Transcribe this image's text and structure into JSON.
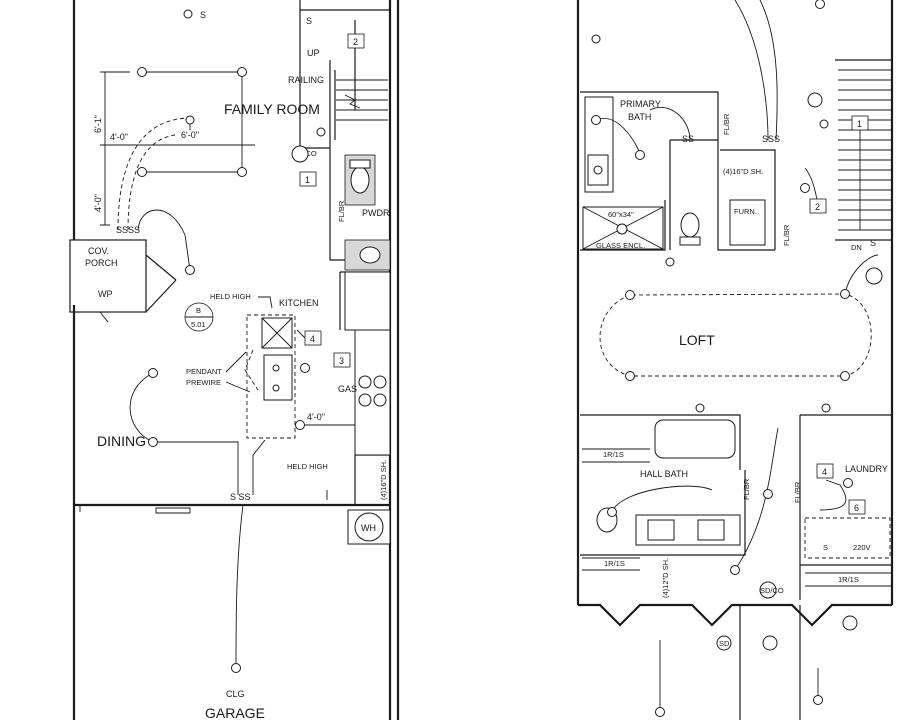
{
  "ground_floor": {
    "rooms": {
      "family_room": "FAMILY ROOM",
      "kitchen": "KITCHEN",
      "dining": "DINING",
      "cov_porch_1": "COV.",
      "cov_porch_2": "PORCH",
      "pwdr": "PWDR",
      "garage": "GARAGE"
    },
    "labels": {
      "up": "UP",
      "railing": "RAILING",
      "wp": "WP",
      "held_high_1": "HELD HIGH",
      "held_high_2": "HELD HIGH",
      "pendant_1": "PENDANT",
      "pendant_2": "PREWIRE",
      "gas": "GAS",
      "fl_br": "FL/BR",
      "wh": "WH",
      "clg": "CLG",
      "shelf": "(4)16\"D SH.",
      "detail_letter": "B",
      "detail_sheet": "5.01",
      "smoke": "SD/CO"
    },
    "dimensions": {
      "d6_1": "6'-1\"",
      "d4_0_a": "4'-0\"",
      "d6_0": "6'-0\"",
      "d4_0_b": "4'-0\"",
      "d4_0_c": "4'-0\""
    },
    "tags": [
      "1",
      "2",
      "3",
      "4"
    ]
  },
  "upper_floor": {
    "rooms": {
      "primary_bath_1": "PRIMARY",
      "primary_bath_2": "BATH",
      "loft": "LOFT",
      "hall_bath": "HALL BATH",
      "laundry": "LAUNDRY"
    },
    "labels": {
      "glass_encl": "GLASS ENCL.",
      "shower_size": "60\"x34\"",
      "shelf_16": "(4)16\"D SH.",
      "shelf_12": "(4)12\"D SH.",
      "furn": "FURN.",
      "fl_br_1": "FL/BR",
      "fl_br_2": "FL/BR",
      "fl_br_3": "FL/BR",
      "fl_br_4": "FL/BR",
      "dn": "DN",
      "r1s_1": "1R/1S",
      "r1s_2": "1R/1S",
      "r1s_3": "1R/1S",
      "v220": "220V",
      "s": "S",
      "sd": "SD",
      "sd_co": "SD/CO"
    },
    "tags": [
      "1",
      "2",
      "4",
      "6"
    ]
  }
}
